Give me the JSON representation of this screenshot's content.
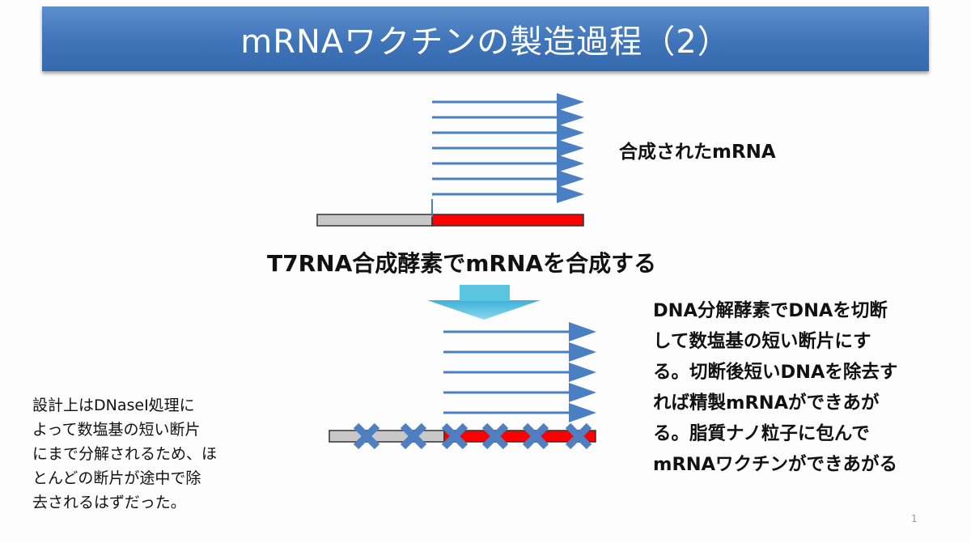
{
  "slide": {
    "title": "mRNAワクチンの製造過程（2）",
    "label_synthesized": "合成されたmRNA",
    "caption_synthesis": "T7RNA合成酵素でmRNAを合成する",
    "note_right_lines": [
      "DNA分解酵素でDNAを切断",
      "して数塩基の短い断片にす",
      "る。切断後短いDNAを除去す",
      "れば精製mRNAができあが",
      "る。脂質ナノ粒子に包んで",
      "mRNAワクチンができあがる"
    ],
    "note_left_lines": [
      "設計上はDNaseI処理に",
      "よって数塩基の短い断片",
      "にまで分解されるため、ほ",
      "とんどの断片が途中で除",
      "去されるはずだった。"
    ],
    "slide_number": "1"
  },
  "colors": {
    "title_bar": "#3f74b9",
    "arrow": "#4a7fc4",
    "dna_template": "#c8c8c8",
    "dna_target": "#ff0000",
    "cut_mark": "#4f7fc0",
    "down_arrow": "#5bc4e0"
  },
  "icons": [
    "mrna-arrow-icon",
    "down-arrow-icon",
    "cut-x-icon"
  ]
}
